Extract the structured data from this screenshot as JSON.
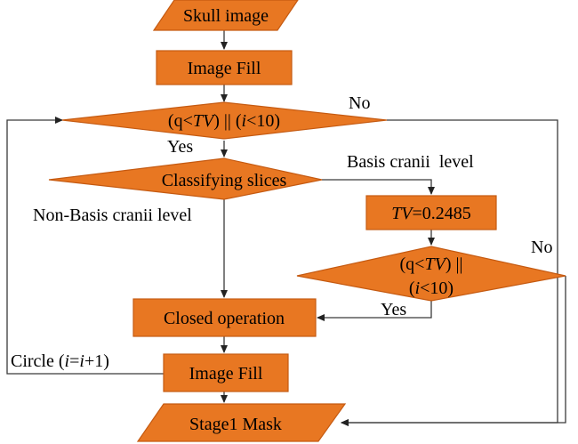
{
  "nodes": {
    "skull_image": "Skull image",
    "image_fill_1": "Image Fill",
    "decision_1": {
      "pre": "(q<",
      "tv": "TV",
      "mid": ") || (",
      "i": "i",
      "post": "<10)"
    },
    "classifying": "Classifying slices",
    "tv_value": {
      "tv": "TV",
      "rest": "=0.2485"
    },
    "decision_2": {
      "line1_pre": "(q<",
      "tv": "TV",
      "line1_post": ") ||",
      "line2_pre": "(",
      "i": "i",
      "line2_post": "<10)"
    },
    "closed_operation": "Closed operation",
    "image_fill_2": "Image Fill",
    "stage1_mask": "Stage1 Mask"
  },
  "edge_labels": {
    "no_top": "No",
    "yes_top": "Yes",
    "basis_cranii": "Basis cranii  level",
    "non_basis_cranii": "Non-Basis cranii level",
    "no_right": "No",
    "yes_bottom": "Yes",
    "circle": {
      "pre": "Circle (",
      "i1": "i",
      "eq": "=",
      "i2": "i",
      "post": "+1)"
    }
  },
  "colors": {
    "fill": "#E87722",
    "stroke": "#C55A11"
  }
}
